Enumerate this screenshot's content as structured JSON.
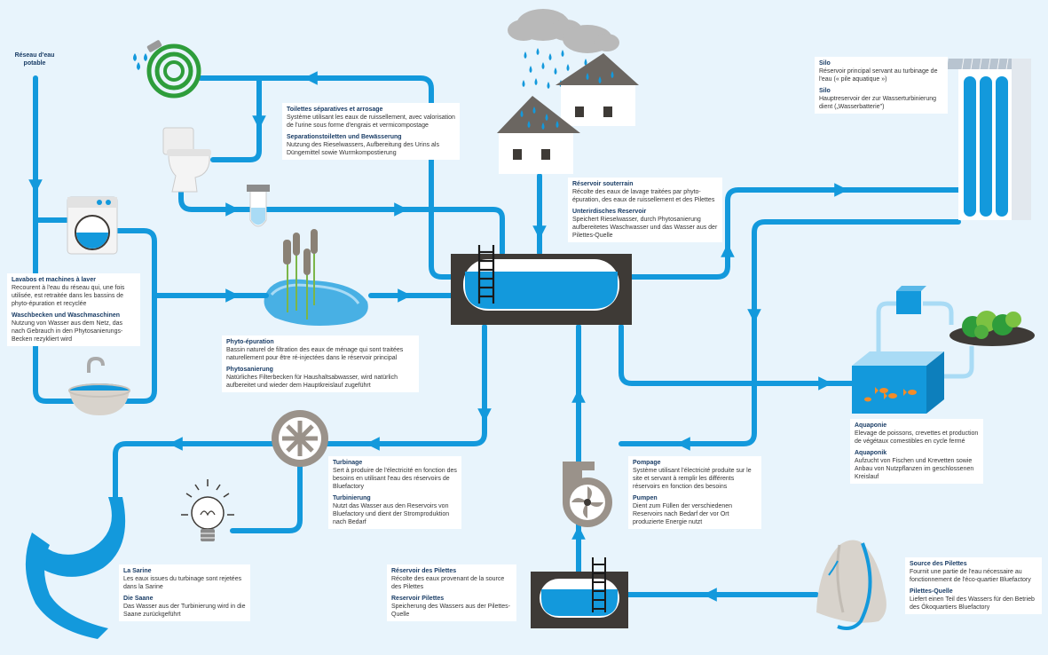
{
  "colors": {
    "water": "#1399dc",
    "dark": "#3e3a36",
    "light_water": "#a9dbf5",
    "background": "#e8f4fc",
    "title": "#1a3d66",
    "green": "#2e9d3b"
  },
  "icons": [
    "garden-hose-icon",
    "toilet-icon",
    "washing-machine-icon",
    "sink-icon",
    "reed-pond-icon",
    "rain-cloud-icon",
    "house-icon",
    "silo-icon",
    "aquaponics-tank-icon",
    "fish-icon",
    "lettuce-icon",
    "turbine-icon",
    "pump-icon",
    "light-bulb-icon",
    "river-icon",
    "rock-spring-icon",
    "ladder-icon",
    "reservoir-icon"
  ],
  "reseau": "Réseau d'eau potable",
  "boxes": {
    "toilettes": {
      "fr_title": "Toilettes séparatives et arrosage",
      "fr_text": "Système utilisant les eaux de ruissellement, avec valorisation de l'urine sous forme d'engrais et vermicompostage",
      "de_title": "Separationstoiletten und Bewässerung",
      "de_text": "Nutzung des Rieselwassers, Aufbereitung des Urins als Düngemittel sowie Wurmkompostierung"
    },
    "reservoir_souterrain": {
      "fr_title": "Réservoir souterrain",
      "fr_text": "Récolte des eaux de lavage traitées par phyto-épuration, des eaux de ruissellement et des Pilettes",
      "de_title": "Unterirdisches Reservoir",
      "de_text": "Speichert Rieselwasser, durch Phytosanierung aufbereitetes Waschwasser und das Wasser aus der Pilettes-Quelle"
    },
    "silo": {
      "fr_title": "Silo",
      "fr_text": "Réservoir principal servant au turbinage de l'eau (« pile aquatique »)",
      "de_title": "Silo",
      "de_text": "Hauptreservoir der zur Wasserturbinierung dient („Wasserbatterie\")"
    },
    "lavabos": {
      "fr_title": "Lavabos et machines à laver",
      "fr_text": "Recourent à l'eau du réseau qui, une fois utilisée, est retraitée dans les bassins de phyto-épuration et recyclée",
      "de_title": "Waschbecken und Waschmaschinen",
      "de_text": "Nutzung von Wasser aus dem Netz, das nach Gebrauch in den Phytosanierungs-Becken rezykliert wird"
    },
    "phyto": {
      "fr_title": "Phyto-épuration",
      "fr_text": "Bassin naturel de filtration des eaux de ménage qui sont traitées naturellement pour être ré-injectées dans le réservoir principal",
      "de_title": "Phytosanierung",
      "de_text": "Natürliches Filterbecken für Haushaltsabwasser, wird natürlich aufbereitet und wieder dem Hauptkreislauf zugeführt"
    },
    "aquaponie": {
      "fr_title": "Aquaponie",
      "fr_text": "Elevage de poissons, crevettes et production de végétaux comestibles en cycle fermé",
      "de_title": "Aquaponik",
      "de_text": "Aufzucht von Fischen und Krevetten sowie Anbau von Nutzpflanzen im geschlossenen Kreislauf"
    },
    "turbinage": {
      "fr_title": "Turbinage",
      "fr_text": "Sert à produire de l'électricité en fonction des besoins en utilisant l'eau des réservoirs de Bluefactory",
      "de_title": "Turbinierung",
      "de_text": "Nutzt das Wasser aus den Reservoirs von Bluefactory und dient der Stromproduktion nach Bedarf"
    },
    "pompage": {
      "fr_title": "Pompage",
      "fr_text": "Système utilisant l'électricité produite sur le site et servant à remplir les différents réservoirs en fonction des besoins",
      "de_title": "Pumpen",
      "de_text": "Dient zum Füllen der verschiedenen Reservoirs nach Bedarf der vor Ort produzierte Energie nutzt"
    },
    "sarine": {
      "fr_title": "La Sarine",
      "fr_text": "Les eaux issues du turbinage sont rejetées dans la Sarine",
      "de_title": "Die Saane",
      "de_text": "Das Wasser aus der Turbinierung wird in die Saane zurückgeführt"
    },
    "pilettes_res": {
      "fr_title": "Réservoir des Pilettes",
      "fr_text": "Récolte des eaux provenant de la source des Pilettes",
      "de_title": "Reservoir Pilettes",
      "de_text": "Speicherung des Wassers aus der Pilettes-Quelle"
    },
    "source": {
      "fr_title": "Source des Pilettes",
      "fr_text": "Fournit une partie de l'eau nécessaire au fonctionnement de l'éco-quartier Bluefactory",
      "de_title": "Pilettes-Quelle",
      "de_text": "Liefert einen Teil des Wassers für den Betrieb des Ökoquartiers Bluefactory"
    }
  }
}
